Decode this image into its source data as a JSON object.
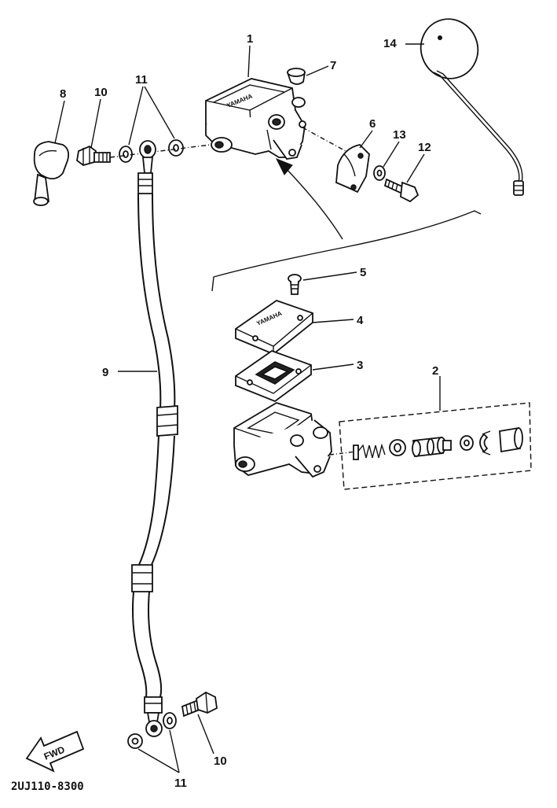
{
  "diagram": {
    "doc_code": "2UJ110-8300",
    "fwd_label": "FWD",
    "brand_marking": "YAMAHA",
    "callouts": [
      {
        "id": "c1",
        "text": "1"
      },
      {
        "id": "c2",
        "text": "2"
      },
      {
        "id": "c3",
        "text": "3"
      },
      {
        "id": "c4",
        "text": "4"
      },
      {
        "id": "c5",
        "text": "5"
      },
      {
        "id": "c6",
        "text": "6"
      },
      {
        "id": "c7",
        "text": "7"
      },
      {
        "id": "c8",
        "text": "8"
      },
      {
        "id": "c9",
        "text": "9"
      },
      {
        "id": "c10a",
        "text": "10"
      },
      {
        "id": "c10b",
        "text": "10"
      },
      {
        "id": "c11a",
        "text": "11"
      },
      {
        "id": "c11b",
        "text": "11"
      },
      {
        "id": "c12",
        "text": "12"
      },
      {
        "id": "c13",
        "text": "13"
      },
      {
        "id": "c14",
        "text": "14"
      }
    ]
  }
}
